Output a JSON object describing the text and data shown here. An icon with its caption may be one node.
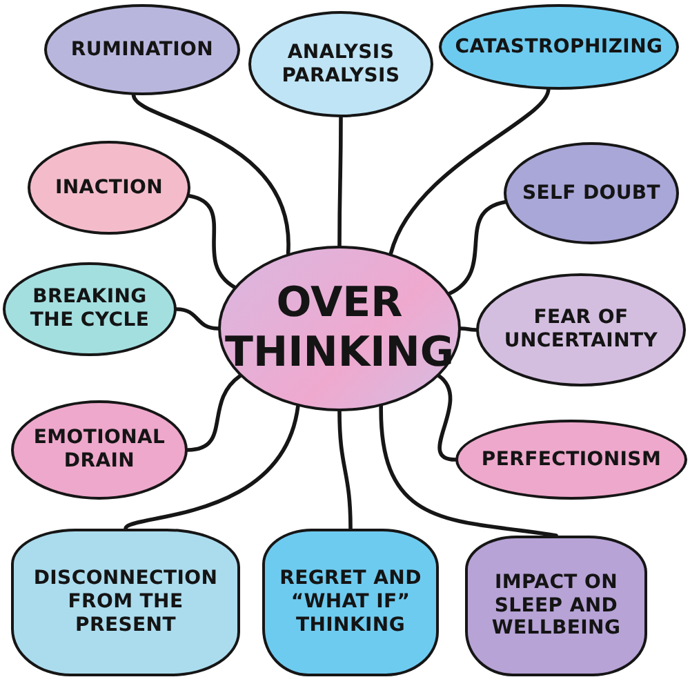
{
  "diagram": {
    "nodes": [
      {
        "text": [
          "OVER THINKING"
        ]
      },
      {
        "text": [
          "RUMINATION"
        ]
      },
      {
        "text": [
          "ANALYSIS PARALYSIS"
        ]
      },
      {
        "text": [
          "CATASTROPHIZING"
        ]
      },
      {
        "text": [
          "INACTION"
        ]
      },
      {
        "text": [
          "BREAKING THE CYCLE"
        ]
      },
      {
        "text": [
          "SELF DOUBT"
        ]
      },
      {
        "text": [
          "FEAR OF UNCERTAINTY"
        ]
      },
      {
        "text": [
          "EMOTIONAL DRAIN"
        ]
      },
      {
        "text": [
          "PERFECTIONISM"
        ]
      },
      {
        "text": [
          "DISCONNECTION FROM THE PRESENT"
        ]
      },
      {
        "text": [
          "REGRET AND “WHAT IF” THINKING"
        ]
      },
      {
        "text": [
          "IMPACT ON SLEEP AND WELLBEING"
        ]
      }
    ],
    "edges": [
      {
        "from": 0,
        "to": 1,
        "arrow": "none"
      },
      {
        "from": 0,
        "to": 2,
        "arrow": "none"
      },
      {
        "from": 0,
        "to": 3,
        "arrow": "none"
      },
      {
        "from": 0,
        "to": 4,
        "arrow": "none"
      },
      {
        "from": 0,
        "to": 6,
        "arrow": "none"
      },
      {
        "from": 0,
        "to": 5,
        "arrow": "none"
      },
      {
        "from": 0,
        "to": 7,
        "arrow": "none"
      },
      {
        "from": 0,
        "to": 8,
        "arrow": "none"
      },
      {
        "from": 0,
        "to": 9,
        "arrow": "none"
      },
      {
        "from": 0,
        "to": 10,
        "arrow": "none"
      },
      {
        "from": 0,
        "to": 11,
        "arrow": "none"
      },
      {
        "from": 0,
        "to": 12,
        "arrow": "none"
      }
    ]
  }
}
